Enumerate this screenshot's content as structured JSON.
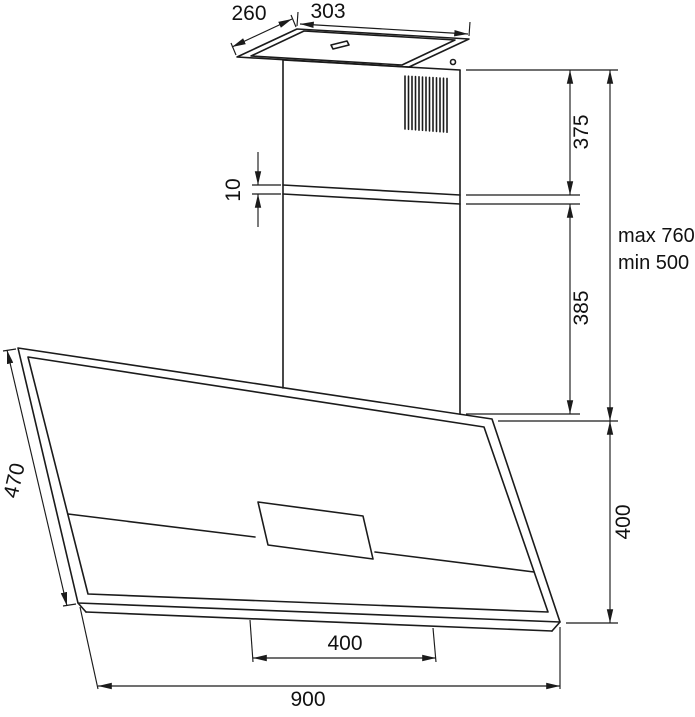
{
  "drawing": {
    "background_color": "#ffffff",
    "line_color": "#1b1b1b",
    "dimensions": {
      "chimney_depth": "260",
      "chimney_width": "303",
      "upper_chimney_height": "375",
      "telescopic_overlap": "10",
      "lower_chimney_height": "385",
      "total_height_max": "max 760",
      "total_height_min": "min 500",
      "glass_panel_height": "470",
      "hood_body_height": "400",
      "outlet_width": "400",
      "hood_width": "900"
    }
  }
}
